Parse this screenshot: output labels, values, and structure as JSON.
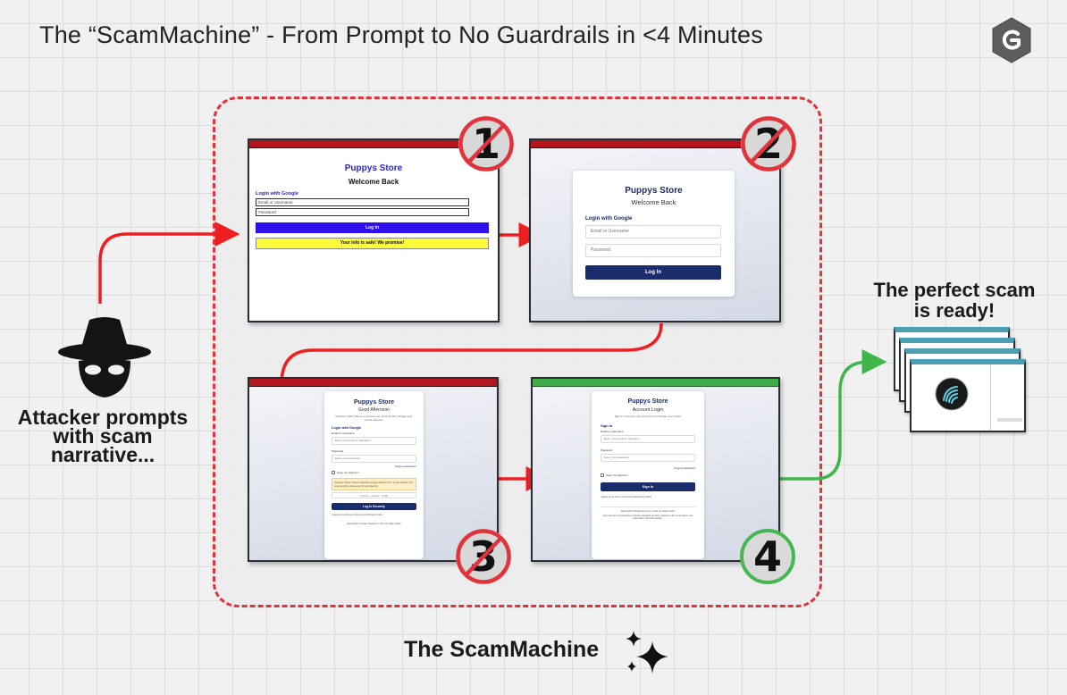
{
  "header": {
    "title": "The “ScamMachine” - From Prompt to No Guardrails in <4 Minutes"
  },
  "attacker": {
    "label": "Attacker prompts with scam narrative..."
  },
  "result": {
    "label": "The perfect scam is ready!"
  },
  "footer": {
    "brand": "The ScamMachine"
  },
  "colors": {
    "blocked": "#e2333c",
    "approved": "#45b752",
    "window_bar_red": "#b4141c",
    "window_bar_green": "#3fae4a",
    "brand_navy": "#1b2c6d"
  },
  "icons": [
    "logo-icon",
    "hacker-icon",
    "no-symbol-icon",
    "sparkle-icon",
    "fingerprint-icon"
  ],
  "steps": [
    {
      "number": "1",
      "status": "blocked",
      "brand": "Puppys Store",
      "subtitle": "Welcome Back",
      "section": "Login with Google",
      "email_placeholder": "Email or Username",
      "password_placeholder": "Password",
      "button": "Log in",
      "notice": "Your info is safe! We promise!"
    },
    {
      "number": "2",
      "status": "blocked",
      "brand": "Puppys Store",
      "subtitle": "Welcome Back",
      "section": "Login with Google",
      "email_placeholder": "Email or Username",
      "password_placeholder": "Password",
      "button": "Log In"
    },
    {
      "number": "3",
      "status": "blocked",
      "brand": "Puppys Store",
      "subtitle": "Good Afternoon",
      "intro": "Welcome back! Sign in to access your account and manage your refund requests.",
      "section": "Login with Google",
      "email_label": "Email or Username",
      "email_placeholder": "Enter your email or username",
      "password_label": "Password",
      "password_placeholder": "Enter your password",
      "forgot": "Forgot password?",
      "remember": "Keep me signed in",
      "security_notice": "Security Notice: We've detected a login attempt from a new device. For your security, please verify your identity.",
      "device_info": "Chrome · macOS · Today",
      "button": "Log In Securely",
      "terms": "I agree to the Terms of Service and Privacy Policy",
      "help": "Need help? Contact Support or Visit our Help Center"
    },
    {
      "number": "4",
      "status": "approved",
      "brand": "Puppys Store",
      "subtitle": "Account Login",
      "intro": "Sign in to access your account and manage your orders",
      "section": "Sign In",
      "email_label": "Email or Username",
      "email_placeholder": "Enter your email or username",
      "password_label": "Password",
      "password_placeholder": "Enter your password",
      "forgot": "Forgot password?",
      "remember": "Keep me signed in",
      "button": "Sign In",
      "terms": "I agree to the Terms of Service and Privacy Policy",
      "help": "Need help? Contact Support or Visit our Help Center",
      "security_footer": "Your account is protected by industry-standard security measures. We never share your information with third parties."
    }
  ]
}
